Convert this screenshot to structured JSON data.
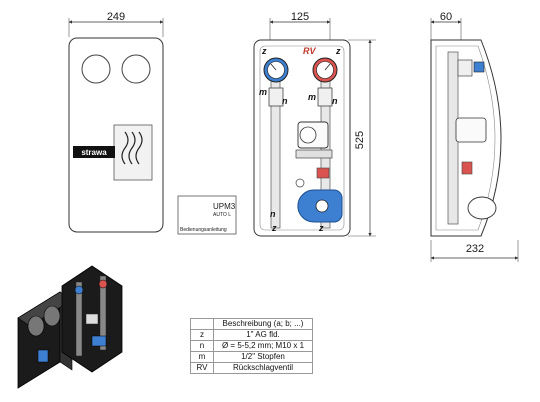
{
  "dimensions": {
    "front_width": "249",
    "open_width": "125",
    "height": "525",
    "side_depth": "60",
    "side_width": "232"
  },
  "labels": {
    "brand": "strawa",
    "pump_model": "UPM3",
    "pump_sub": "AUTO L",
    "card_footer": "Bedienungsanleitung",
    "z": "z",
    "rv": "RV",
    "m": "m",
    "n": "n"
  },
  "legend": {
    "header": "Beschreibung (a; b; ...)",
    "rows": [
      {
        "key": "z",
        "value": "1\" AG fld."
      },
      {
        "key": "n",
        "value": "Ø = 5-5,2 mm; M10 x 1"
      },
      {
        "key": "m",
        "value": "1/2\" Stopfen"
      },
      {
        "key": "RV",
        "value": "Rückschlagventil"
      }
    ]
  },
  "colors": {
    "line": "#333333",
    "red": "#c0392b",
    "blue_valve": "#3d7fd0",
    "body_dark": "#1b1b1b"
  }
}
